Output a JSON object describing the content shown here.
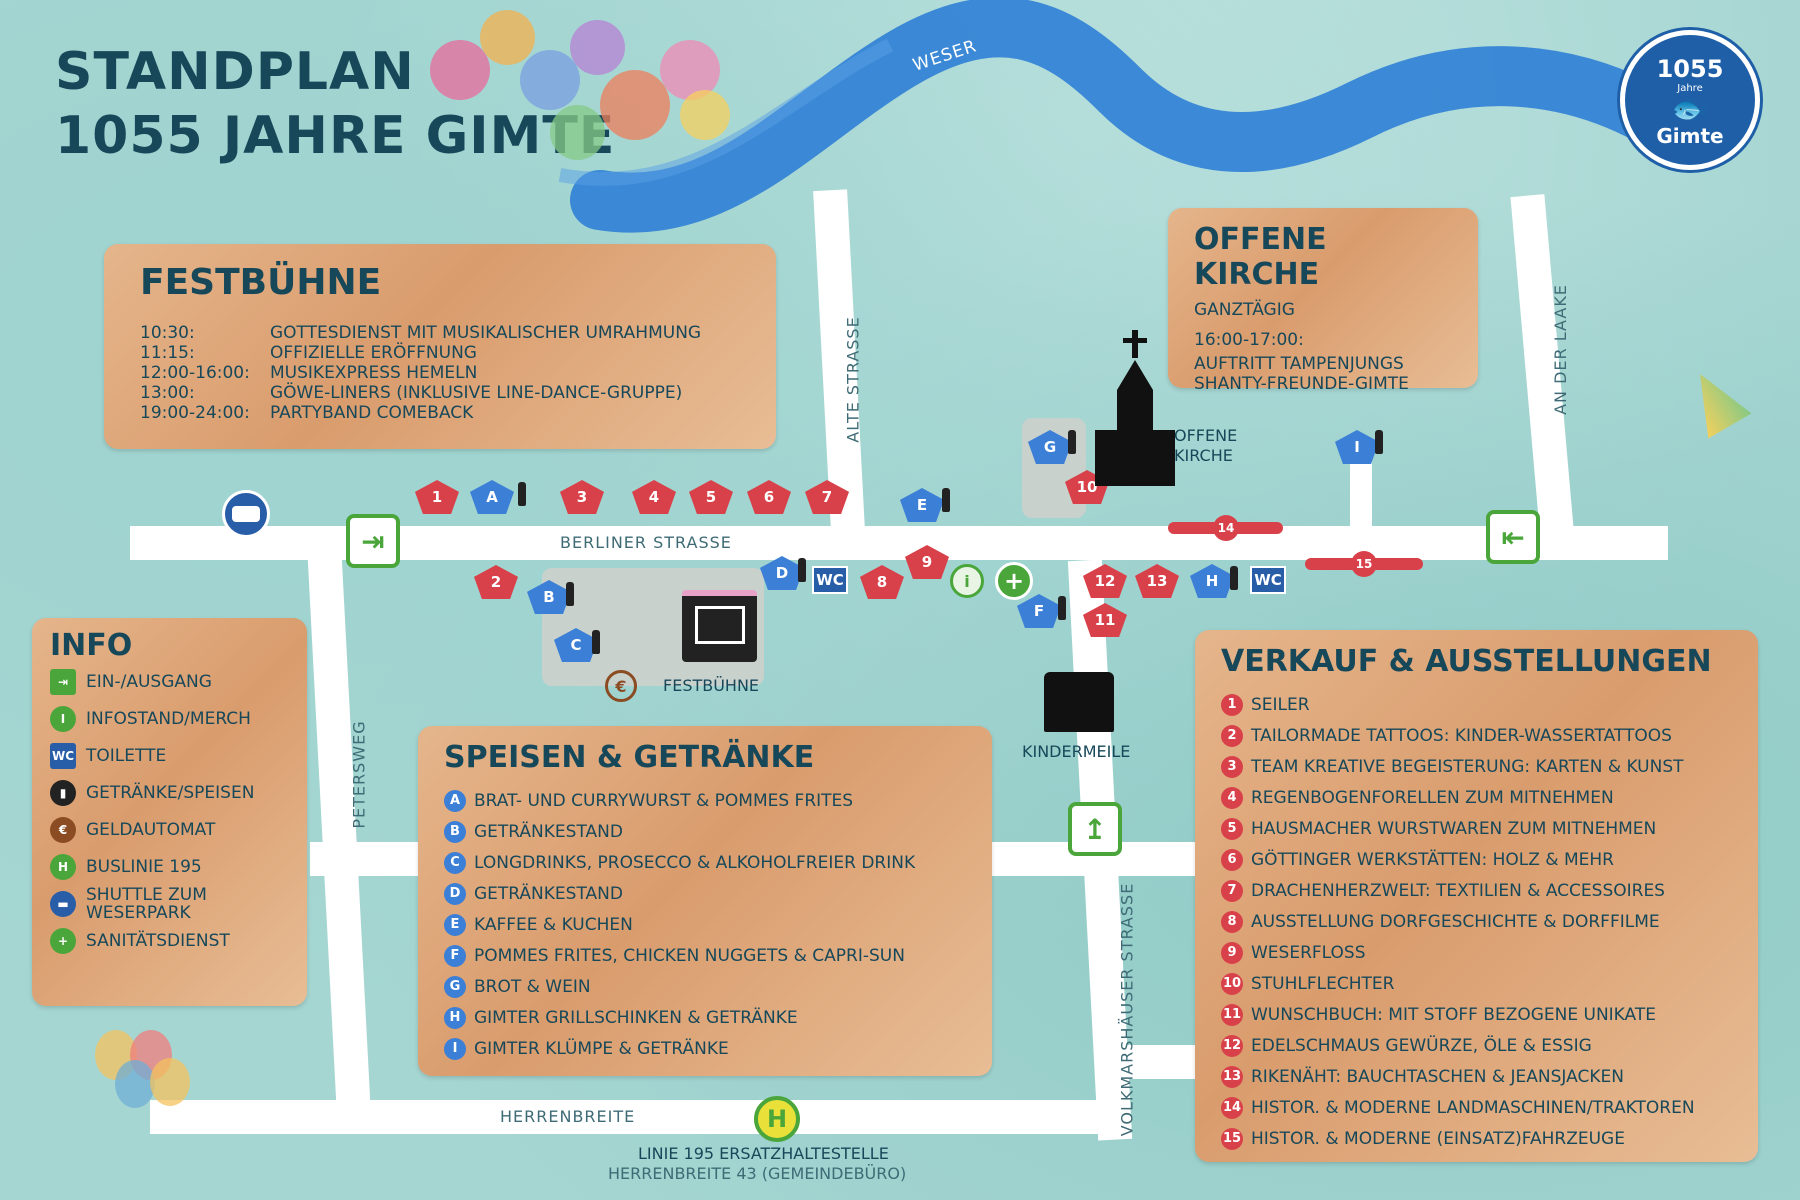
{
  "title": {
    "line1": "STANDPLAN",
    "line2": "1055 JAHRE GIMTE"
  },
  "logo": {
    "number": "1055",
    "small": "Jahre",
    "name": "Gimte"
  },
  "river": {
    "label": "WESER"
  },
  "festbuehne": {
    "heading": "FESTBÜHNE",
    "schedule": [
      {
        "time": "10:30:",
        "event": "GOTTESDIENST MIT MUSIKALISCHER UMRAHMUNG"
      },
      {
        "time": "11:15:",
        "event": "OFFIZIELLE ERÖFFNUNG"
      },
      {
        "time": "12:00-16:00:",
        "event": "MUSIKEXPRESS HEMELN"
      },
      {
        "time": "13:00:",
        "event": "GÖWE-LINERS (INKLUSIVE LINE-DANCE-GRUPPE)"
      },
      {
        "time": "19:00-24:00:",
        "event": "PARTYBAND COMEBACK"
      }
    ]
  },
  "kirche": {
    "heading": "OFFENE KIRCHE",
    "ganztaegig": "GANZTÄGIG",
    "time": "16:00-17:00:",
    "line1": "AUFTRITT TAMPENJUNGS",
    "line2": "SHANTY-FREUNDE-GIMTE"
  },
  "streets": {
    "berliner": "BERLINER STRASSE",
    "alte": "ALTE STRASSE",
    "laake": "AN DER LAAKE",
    "peters": "PETERSWEG",
    "volk": "VOLKMARSHÄUSER STRASSE",
    "herren": "HERRENBREITE"
  },
  "map_labels": {
    "festbuehne": "FESTBÜHNE",
    "kirche1": "OFFENE",
    "kirche2": "KIRCHE",
    "kindermeile": "KINDERMEILE",
    "wc": "WC",
    "bus_line1": "LINIE 195 ERSATZHALTESTELLE",
    "bus_line2": "HERRENBREITE 43 (GEMEINDEBÜRO)",
    "h": "H"
  },
  "info": {
    "heading": "INFO",
    "items": [
      {
        "icon": "exit-icon",
        "label": "EIN-/AUSGANG"
      },
      {
        "icon": "info-icon",
        "label": "INFOSTAND/MERCH"
      },
      {
        "icon": "wc-icon",
        "label": "TOILETTE"
      },
      {
        "icon": "drinks-icon",
        "label": "GETRÄNKE/SPEISEN"
      },
      {
        "icon": "euro-icon",
        "label": "GELDAUTOMAT"
      },
      {
        "icon": "bus-stop-icon",
        "label": "BUSLINIE 195"
      },
      {
        "icon": "shuttle-icon",
        "label": "SHUTTLE ZUM\nWESERPARK"
      },
      {
        "icon": "first-aid-icon",
        "label": "SANITÄTSDIENST"
      }
    ]
  },
  "speisen": {
    "heading": "SPEISEN & GETRÄNKE",
    "items": [
      {
        "key": "A",
        "label": "BRAT- UND CURRYWURST & POMMES FRITES"
      },
      {
        "key": "B",
        "label": "GETRÄNKESTAND"
      },
      {
        "key": "C",
        "label": "LONGDRINKS, PROSECCO & ALKOHOLFREIER DRINK"
      },
      {
        "key": "D",
        "label": "GETRÄNKESTAND"
      },
      {
        "key": "E",
        "label": "KAFFEE & KUCHEN"
      },
      {
        "key": "F",
        "label": "POMMES FRITES, CHICKEN NUGGETS & CAPRI-SUN"
      },
      {
        "key": "G",
        "label": "BROT & WEIN"
      },
      {
        "key": "H",
        "label": "GIMTER GRILLSCHINKEN & GETRÄNKE"
      },
      {
        "key": "I",
        "label": "GIMTER KLÜMPE & GETRÄNKE"
      }
    ]
  },
  "verkauf": {
    "heading": "VERKAUF & AUSSTELLUNGEN",
    "items": [
      {
        "key": "1",
        "label": "SEILER"
      },
      {
        "key": "2",
        "label": "TAILORMADE TATTOOS: KINDER-WASSERTATTOOS"
      },
      {
        "key": "3",
        "label": "TEAM KREATIVE BEGEISTERUNG: KARTEN & KUNST"
      },
      {
        "key": "4",
        "label": "REGENBOGENFORELLEN ZUM MITNEHMEN"
      },
      {
        "key": "5",
        "label": "HAUSMACHER WURSTWAREN ZUM MITNEHMEN"
      },
      {
        "key": "6",
        "label": "GÖTTINGER WERKSTÄTTEN: HOLZ & MEHR"
      },
      {
        "key": "7",
        "label": "DRACHENHERZWELT: TEXTILIEN & ACCESSOIRES"
      },
      {
        "key": "8",
        "label": "AUSSTELLUNG DORFGESCHICHTE & DORFFILME"
      },
      {
        "key": "9",
        "label": "WESERFLOSS"
      },
      {
        "key": "10",
        "label": "STUHLFLECHTER"
      },
      {
        "key": "11",
        "label": "WUNSCHBUCH: MIT STOFF BEZOGENE UNIKATE"
      },
      {
        "key": "12",
        "label": "EDELSCHMAUS GEWÜRZE, ÖLE & ESSIG"
      },
      {
        "key": "13",
        "label": "RIKENÄHT: BAUCHTASCHEN & JEANSJACKEN"
      },
      {
        "key": "14",
        "label": "HISTOR. & MODERNE LANDMASCHINEN/TRAKTOREN"
      },
      {
        "key": "15",
        "label": "HISTOR. & MODERNE (EINSATZ)FAHRZEUGE"
      }
    ]
  },
  "colors": {
    "navy": "#17485a",
    "red": "#d9414a",
    "blue": "#3c7fd6",
    "green": "#4aa63a",
    "river": "#2f7fd6",
    "panel": "#dea276"
  }
}
